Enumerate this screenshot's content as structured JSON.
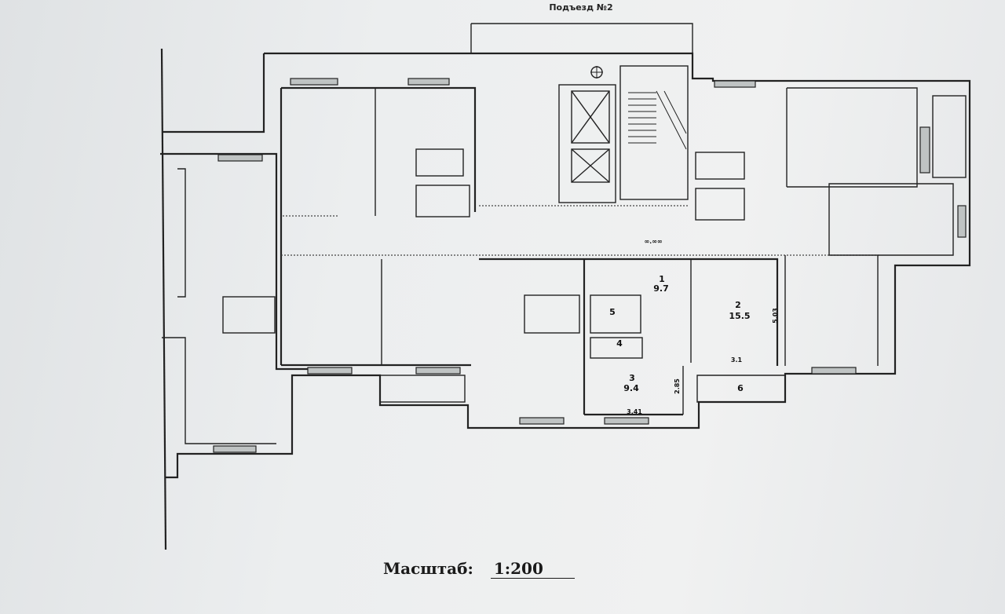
{
  "header": {
    "title": "Подъезд №2"
  },
  "rooms": [
    {
      "number": "1",
      "area": "9.7"
    },
    {
      "number": "2",
      "area": "15.5"
    },
    {
      "number": "3",
      "area": "9.4"
    },
    {
      "number": "4",
      "area": ""
    },
    {
      "number": "5",
      "area": ""
    },
    {
      "number": "6",
      "area": ""
    }
  ],
  "dimensions": [
    "5.03",
    "3.1",
    "2.85",
    "3.41"
  ],
  "corridor_note": "∞.∞∞",
  "footer": {
    "scale_label": "Масштаб:",
    "scale_value": "1:200"
  }
}
